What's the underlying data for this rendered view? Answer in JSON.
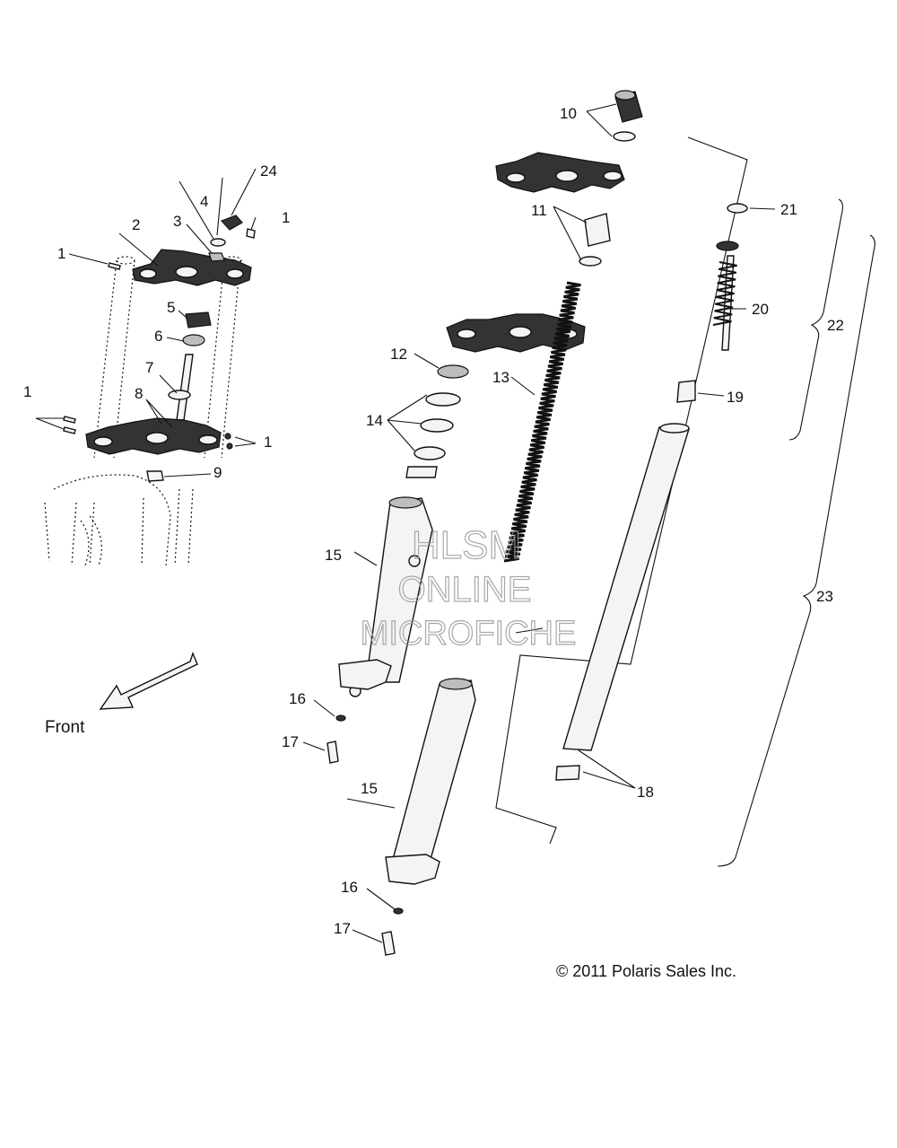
{
  "callouts": {
    "c1a": "1",
    "c1b": "1",
    "c1c": "1",
    "c1d": "1",
    "c2": "2",
    "c3": "3",
    "c4": "4",
    "c5": "5",
    "c6": "6",
    "c7": "7",
    "c8": "8",
    "c9": "9",
    "c10": "10",
    "c11": "11",
    "c12": "12",
    "c13": "13",
    "c14": "14",
    "c15a": "15",
    "c15b": "15",
    "c16a": "16",
    "c16b": "16",
    "c17a": "17",
    "c17b": "17",
    "c18": "18",
    "c19": "19",
    "c20": "20",
    "c21": "21",
    "c22": "22",
    "c23": "23",
    "c24": "24"
  },
  "front_label": "Front",
  "copyright": "© 2011 Polaris Sales Inc.",
  "watermark": {
    "line1": "HLSM",
    "line2": "ONLINE",
    "line3": "MICROFICHE"
  }
}
